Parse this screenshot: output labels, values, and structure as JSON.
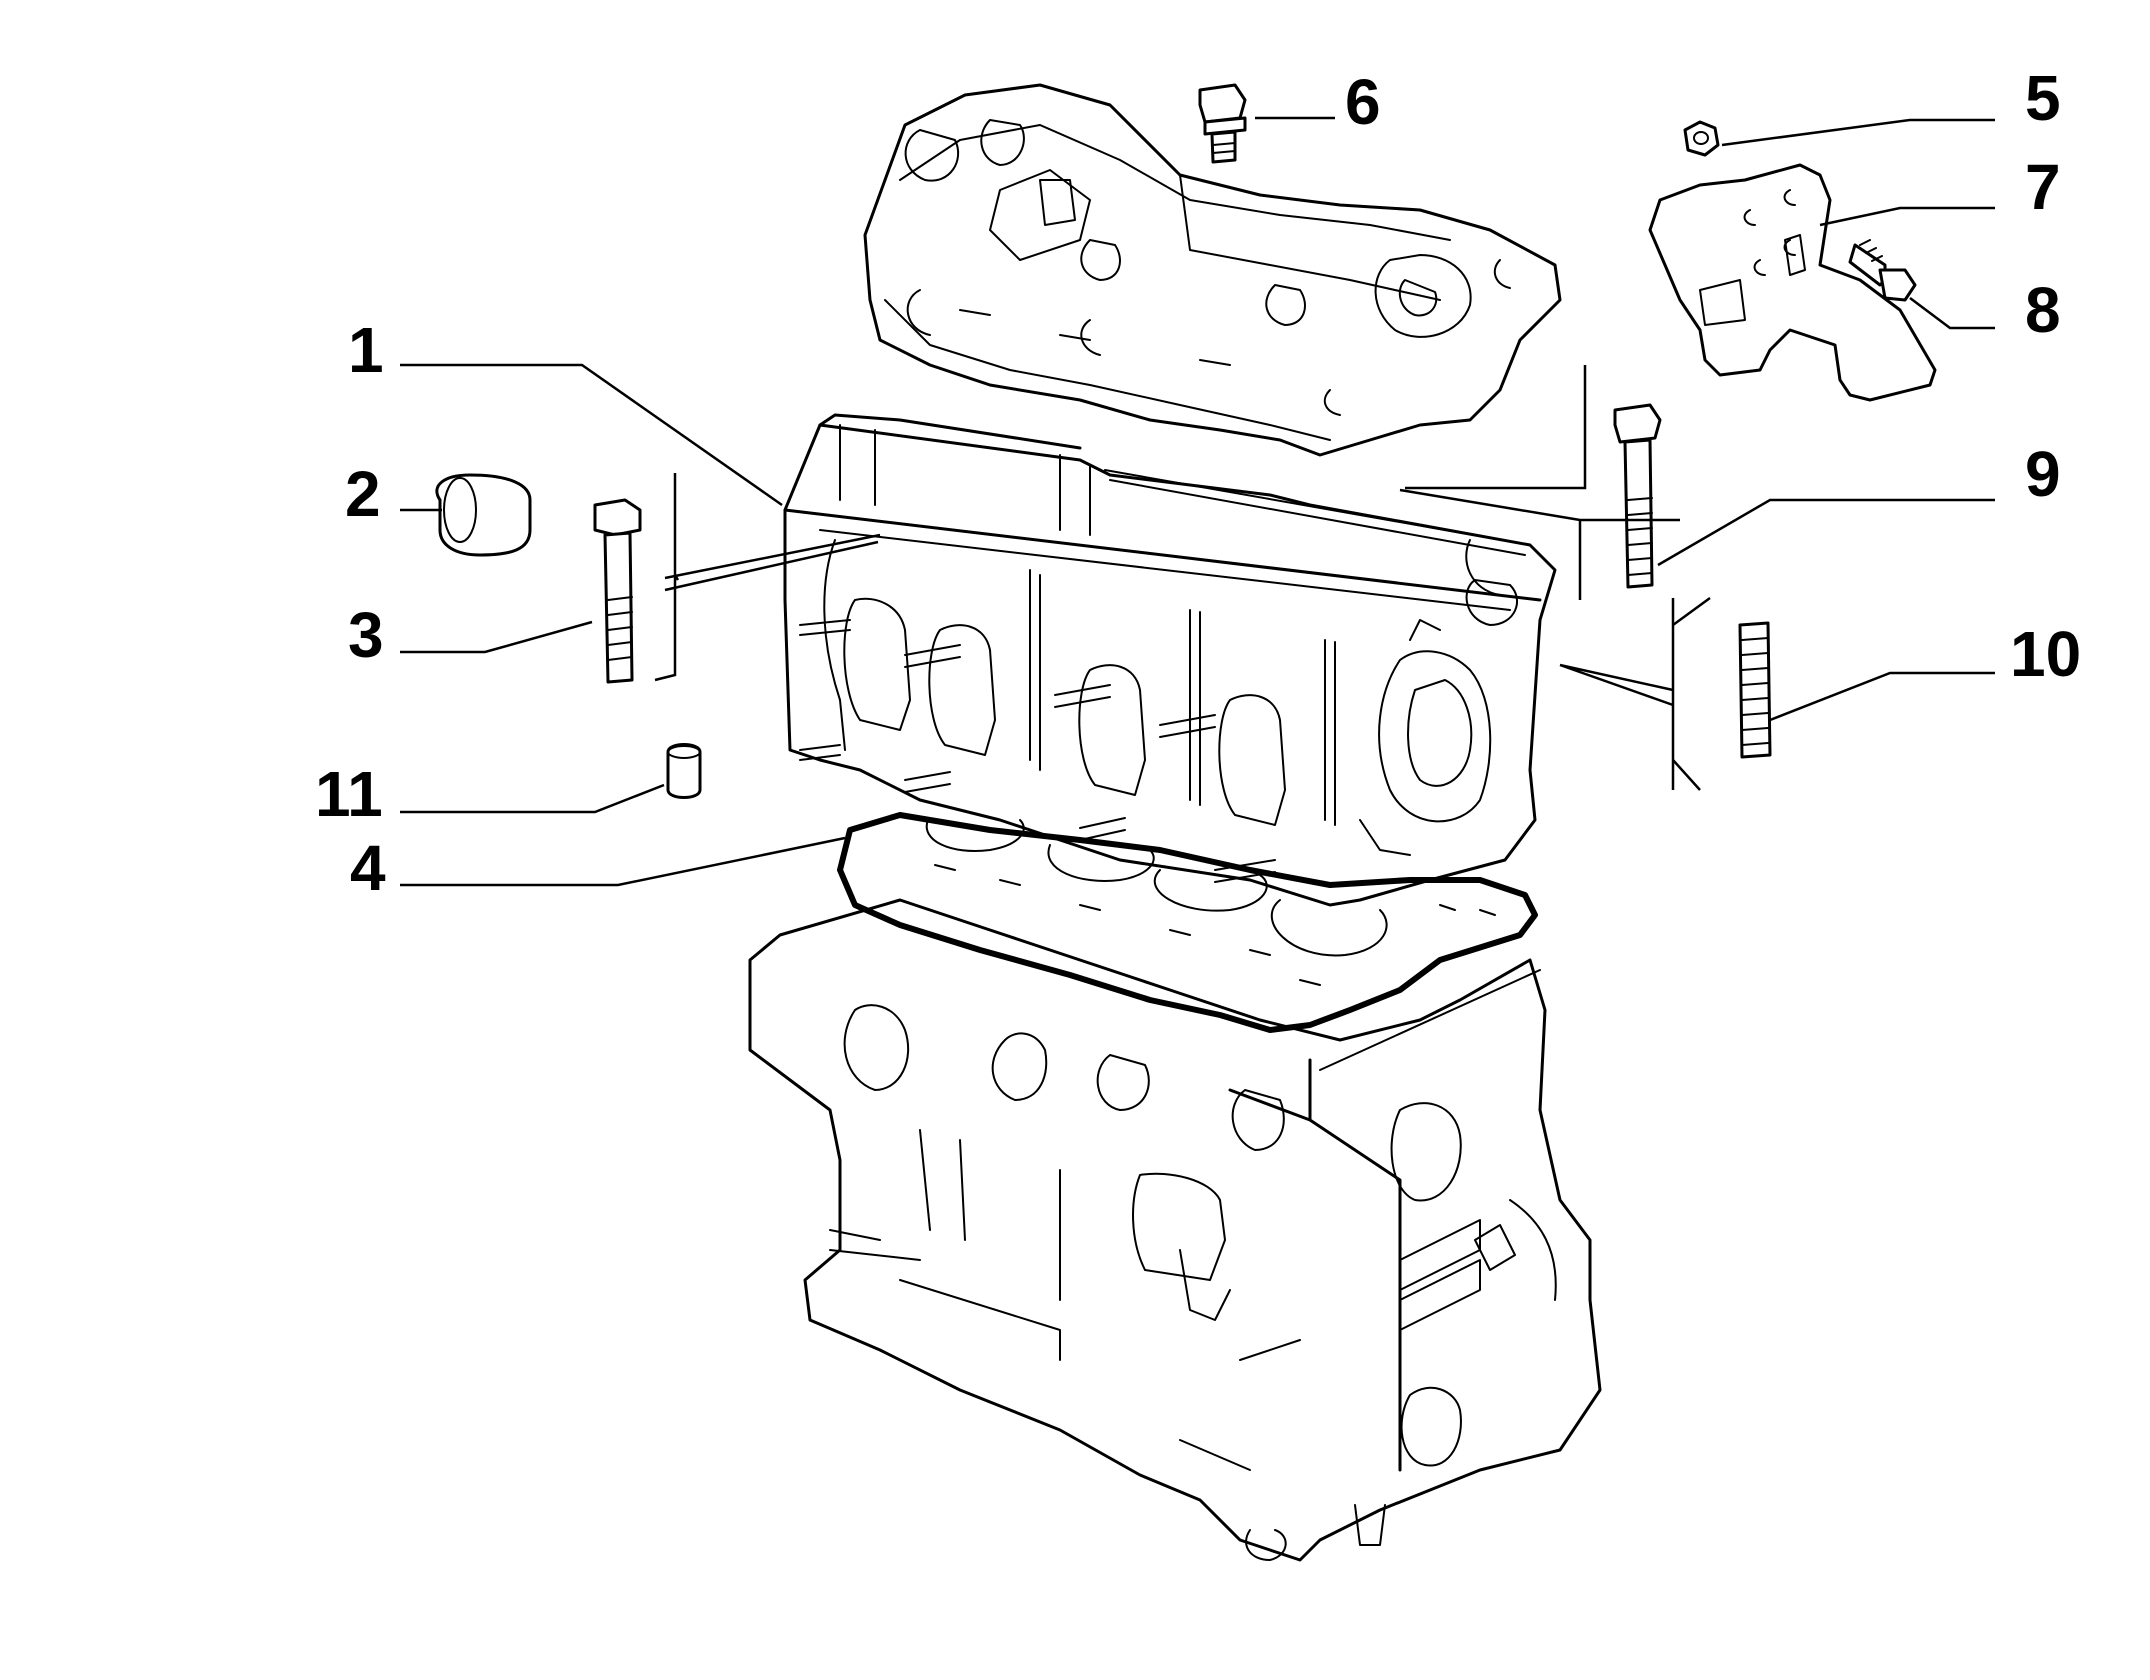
{
  "callouts": [
    {
      "id": "1",
      "label": "1"
    },
    {
      "id": "2",
      "label": "2"
    },
    {
      "id": "3",
      "label": "3"
    },
    {
      "id": "4",
      "label": "4"
    },
    {
      "id": "5",
      "label": "5"
    },
    {
      "id": "6",
      "label": "6"
    },
    {
      "id": "7",
      "label": "7"
    },
    {
      "id": "8",
      "label": "8"
    },
    {
      "id": "9",
      "label": "9"
    },
    {
      "id": "10",
      "label": "10"
    },
    {
      "id": "11",
      "label": "11"
    }
  ],
  "parts": [
    {
      "ref": "1",
      "name": "cylinder-head"
    },
    {
      "ref": "2",
      "name": "tappet"
    },
    {
      "ref": "3",
      "name": "head-bolt"
    },
    {
      "ref": "4",
      "name": "head-gasket"
    },
    {
      "ref": "5",
      "name": "nut"
    },
    {
      "ref": "6",
      "name": "cover-bolt"
    },
    {
      "ref": "7",
      "name": "lifting-bracket"
    },
    {
      "ref": "8",
      "name": "bracket-bolt"
    },
    {
      "ref": "9",
      "name": "long-bolt"
    },
    {
      "ref": "10",
      "name": "stud"
    },
    {
      "ref": "11",
      "name": "dowel-bush"
    }
  ],
  "colors": {
    "ink": "#000000",
    "paper": "#ffffff"
  }
}
